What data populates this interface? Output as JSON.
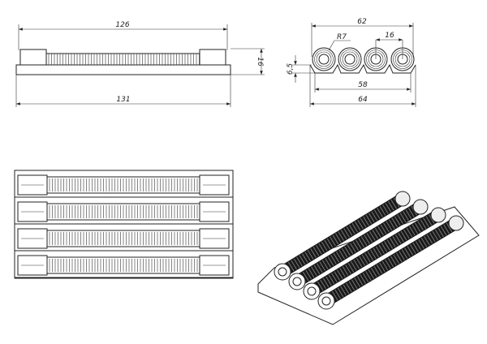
{
  "views": {
    "front": {
      "dims": {
        "inner_length": "126",
        "height": "16",
        "total_length": "131"
      }
    },
    "side": {
      "dims": {
        "overall_width": "62",
        "radius": "R7",
        "pitch": "16",
        "base_height": "6,5",
        "inner_width": "58",
        "total_width": "64"
      }
    },
    "top": {
      "rows": 4
    },
    "isometric": {
      "hoses": 4
    }
  },
  "colors": {
    "line": "#222222",
    "hose": "#1a1a1a",
    "background": "#ffffff"
  }
}
